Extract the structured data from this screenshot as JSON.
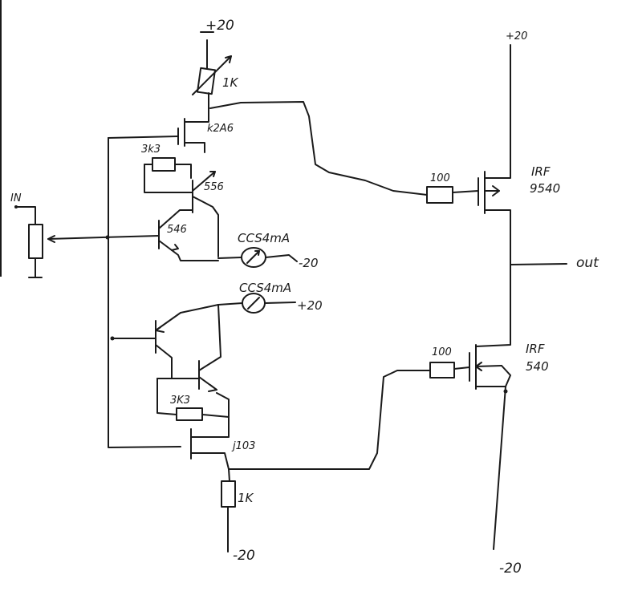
{
  "labels": {
    "vplus_top_center": "+20",
    "vplus_top_right": "+20",
    "r_top": "1K",
    "jfet_top": "k2A6",
    "r_3k3_top": "3k3",
    "q_556": "556",
    "q_546": "546",
    "input": "IN",
    "ccs_top": "CCS4mA",
    "vminus_ccs_top": "-20",
    "ccs_bottom": "CCS4mA",
    "vplus_ccs_bottom": "+20",
    "r_gate_top": "100",
    "mosfet_top_name": "IRF",
    "mosfet_top_part": "9540",
    "output": "out",
    "r_gate_bottom": "100",
    "mosfet_bottom_name": "IRF",
    "mosfet_bottom_part": "540",
    "r_3k3_bottom": "3K3",
    "jfet_bottom": "j103",
    "r_bottom": "1K",
    "vminus_bottom_center": "-20",
    "vminus_bottom_right": "-20"
  }
}
